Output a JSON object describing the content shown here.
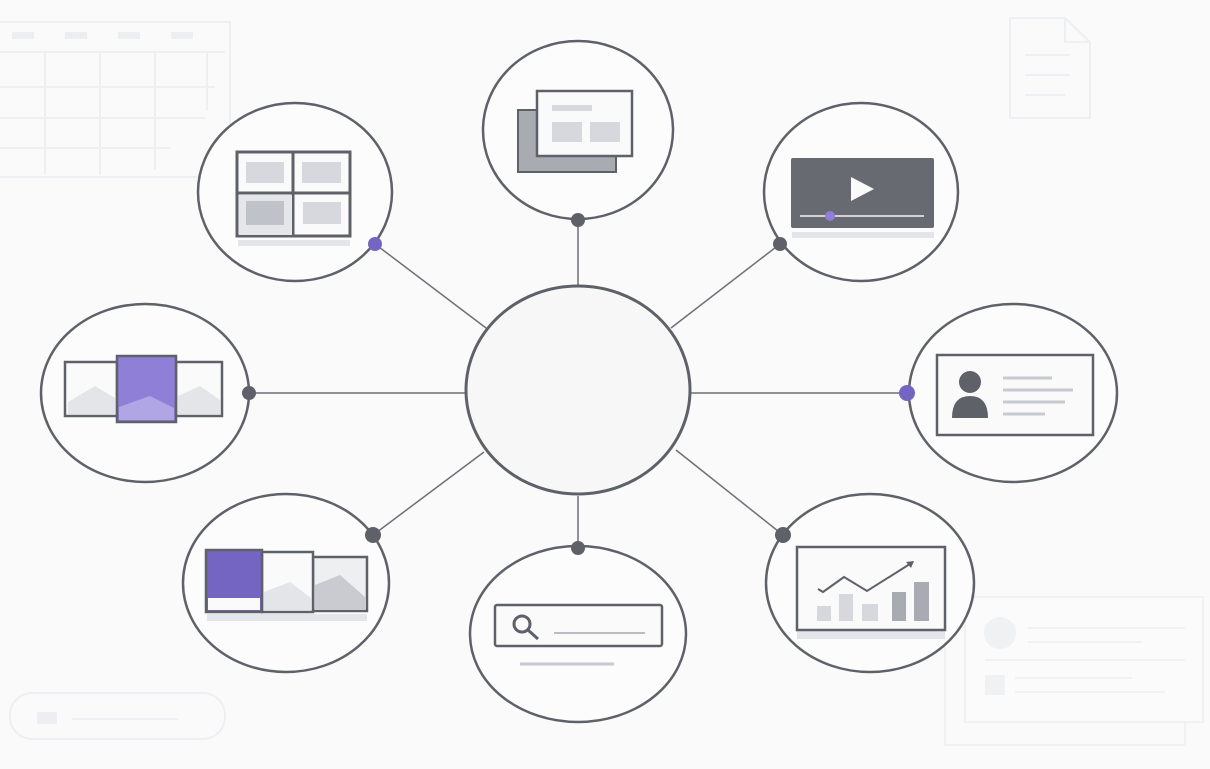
{
  "colors": {
    "background": "#fafafb",
    "stroke": "#5f6169",
    "connector": "#6e7079",
    "accent_purple": "#7565c2",
    "accent_purple_light": "#9587d8",
    "placeholder_gray": "#d6d8dd",
    "faint": "#eeeff2"
  },
  "hub": {
    "label": ""
  },
  "nodes": [
    {
      "id": "top",
      "icon": "stacked-cards-icon",
      "dot_color": "gray"
    },
    {
      "id": "top-left",
      "icon": "grid-layout-icon",
      "dot_color": "purple"
    },
    {
      "id": "top-right",
      "icon": "video-player-icon",
      "dot_color": "gray"
    },
    {
      "id": "left",
      "icon": "carousel-icon",
      "dot_color": "gray"
    },
    {
      "id": "right",
      "icon": "profile-card-icon",
      "dot_color": "purple"
    },
    {
      "id": "bottom-left",
      "icon": "image-gallery-icon",
      "dot_color": "gray"
    },
    {
      "id": "bottom",
      "icon": "search-bar-icon",
      "dot_color": "gray"
    },
    {
      "id": "bottom-right",
      "icon": "chart-dashboard-icon",
      "dot_color": "gray"
    }
  ],
  "background_decor": [
    "calendar-grid-icon",
    "document-icon",
    "list-card-icon",
    "input-bar-icon"
  ]
}
